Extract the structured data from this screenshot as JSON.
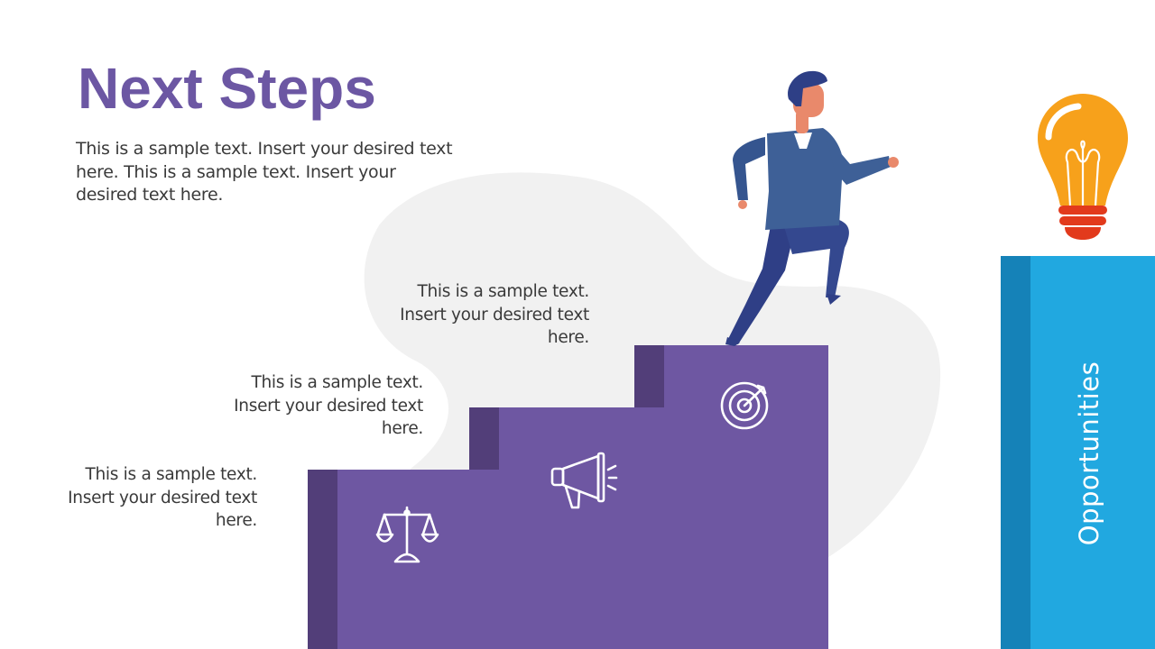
{
  "slide": {
    "title": "Next Steps",
    "intro_text": "This is a sample text. Insert your desired text here. This is a sample text. Insert your desired text here."
  },
  "steps": [
    {
      "text": "This is a sample text. Insert your desired text here.",
      "icon": "scale-icon"
    },
    {
      "text": "This is a sample text. Insert your desired text here.",
      "icon": "megaphone-icon"
    },
    {
      "text": "This is a sample text. Insert your desired text here.",
      "icon": "target-icon"
    }
  ],
  "pillar": {
    "label": "Opportunities",
    "icon": "lightbulb-icon"
  },
  "colors": {
    "title": "#6c57a3",
    "stairs": "#6e57a2",
    "stairs_shadow": "#523e79",
    "pillar": "#21a8e0",
    "pillar_shadow": "#1582b8",
    "bulb": "#f7a11b",
    "blob": "#f1f1f1"
  }
}
